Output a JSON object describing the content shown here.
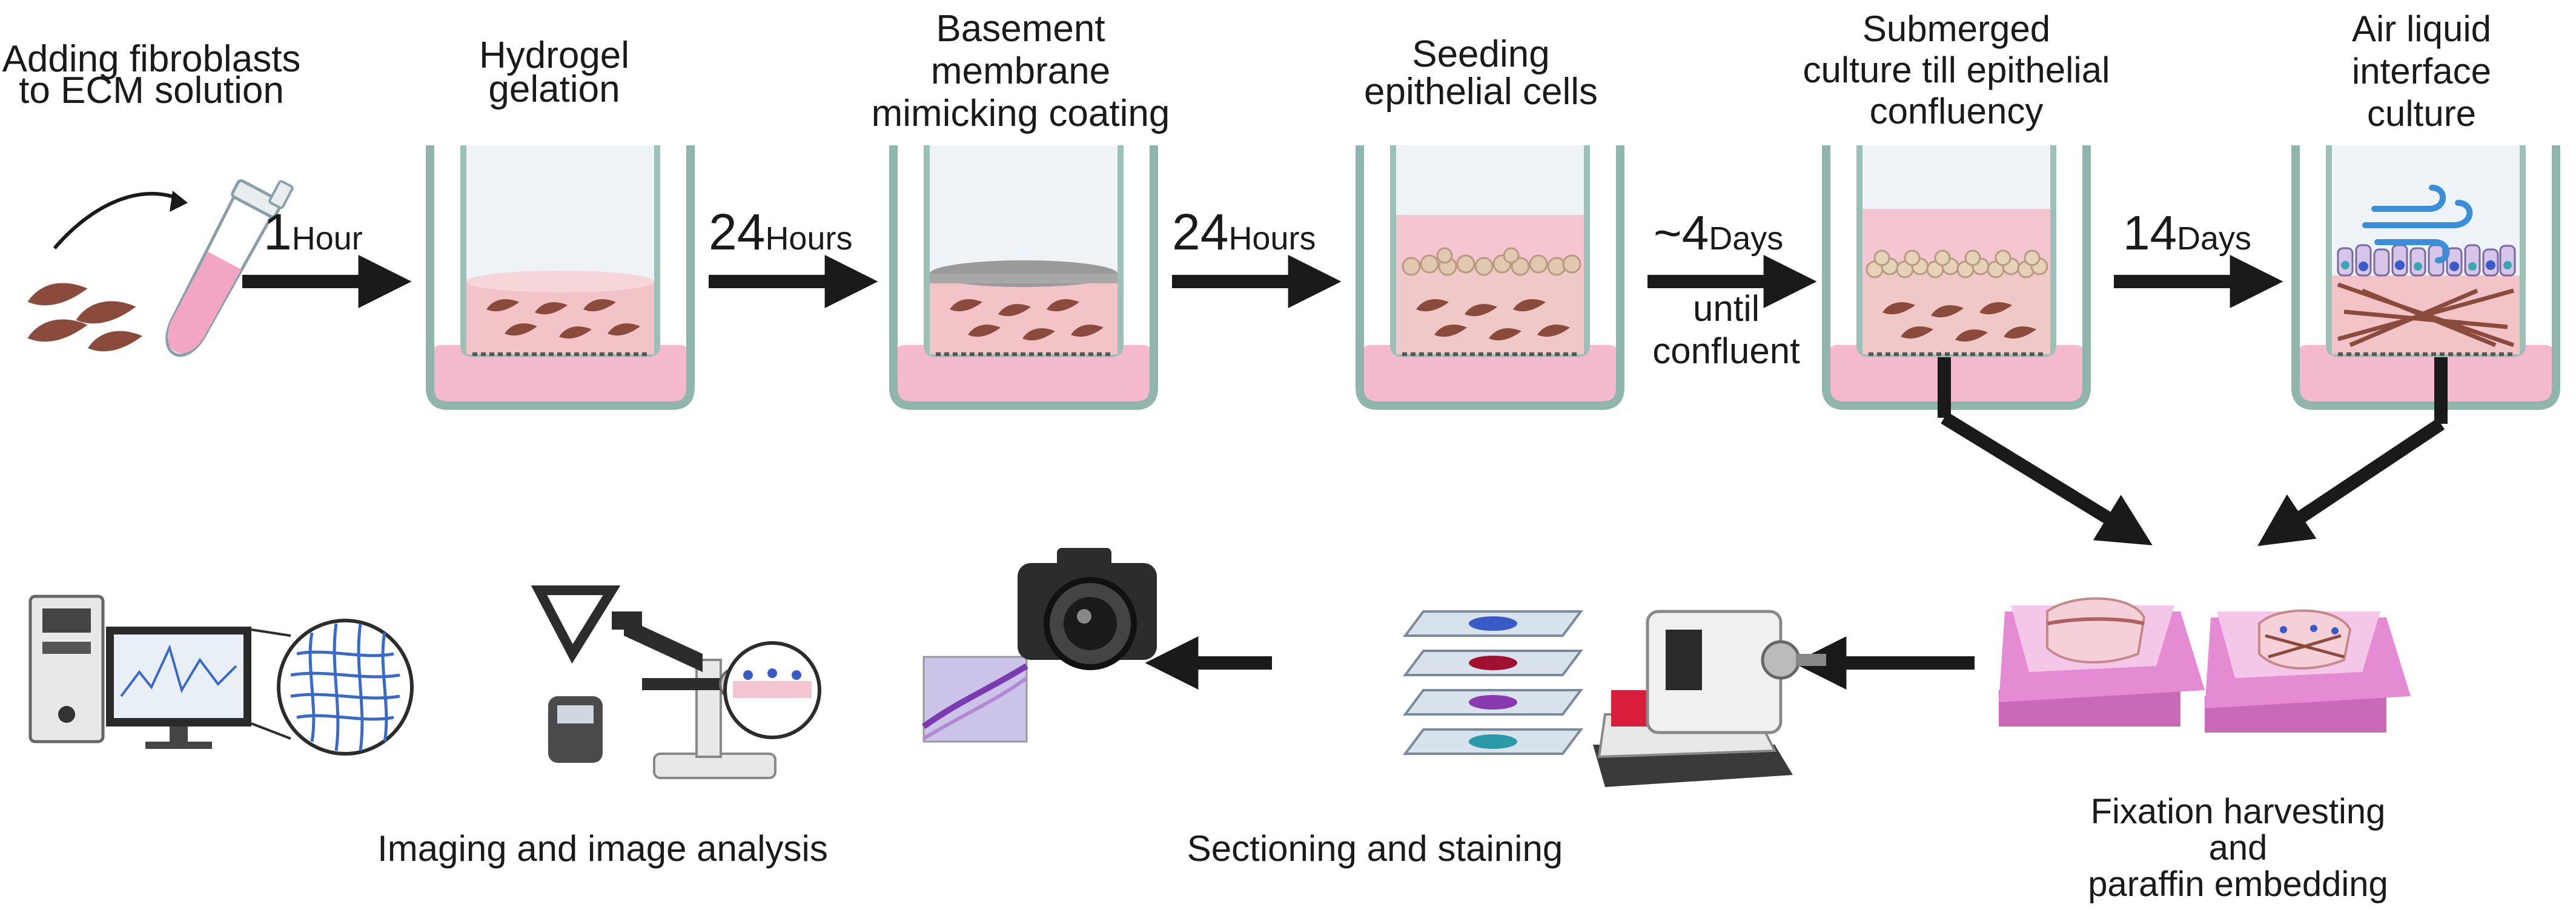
{
  "steps": [
    {
      "title_lines": [
        "Adding fibroblasts",
        "to ECM solution"
      ]
    },
    {
      "title_lines": [
        "Hydrogel",
        "gelation"
      ]
    },
    {
      "title_lines": [
        "Basement",
        "membrane",
        "mimicking coating"
      ]
    },
    {
      "title_lines": [
        "Seeding",
        "epithelial cells"
      ]
    },
    {
      "title_lines": [
        "Submerged",
        "culture till epithelial",
        "confluency"
      ]
    },
    {
      "title_lines": [
        "Air liquid",
        "interface",
        "culture"
      ]
    }
  ],
  "transitions": [
    {
      "value": "1",
      "unit": "Hour"
    },
    {
      "value": "24",
      "unit": "Hours"
    },
    {
      "value": "24",
      "unit": "Hours"
    },
    {
      "value": "~4",
      "unit": "Days",
      "note_lines": [
        "until",
        "confluent"
      ]
    },
    {
      "value": "14",
      "unit": "Days"
    }
  ],
  "bottom_labels": {
    "fixation_lines": [
      "Fixation harvesting",
      "and",
      "paraffin embedding"
    ],
    "sectioning": "Sectioning and staining",
    "imaging": "Imaging and image analysis"
  },
  "colors": {
    "medium_pink": "#f4b9cc",
    "well_wall": "#cfe3df",
    "well_outline": "#8fb5ad",
    "hydrogel": "#f2c4c8",
    "fibroblast": "#8a4a3c",
    "arrow": "#1a1a1a",
    "cassette": "#e58bd3"
  }
}
